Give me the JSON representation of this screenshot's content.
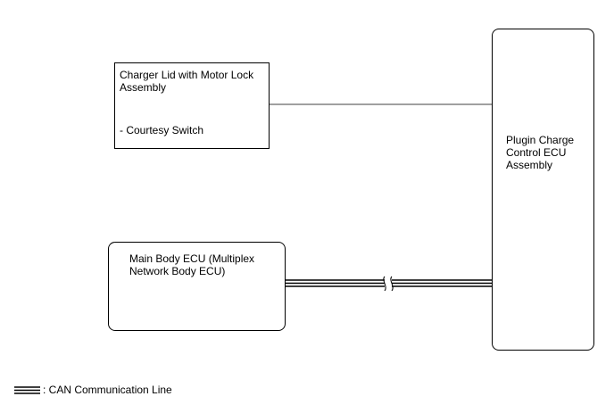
{
  "components": {
    "charger_lid": {
      "title": "Charger Lid with Motor Lock Assembly",
      "subitem": "- Courtesy Switch"
    },
    "plugin_ecu": {
      "title": "Plugin Charge Control ECU Assembly"
    },
    "main_body_ecu": {
      "title": "Main Body ECU (Multiplex Network Body ECU)"
    }
  },
  "legend": {
    "label": ": CAN Communication Line"
  }
}
